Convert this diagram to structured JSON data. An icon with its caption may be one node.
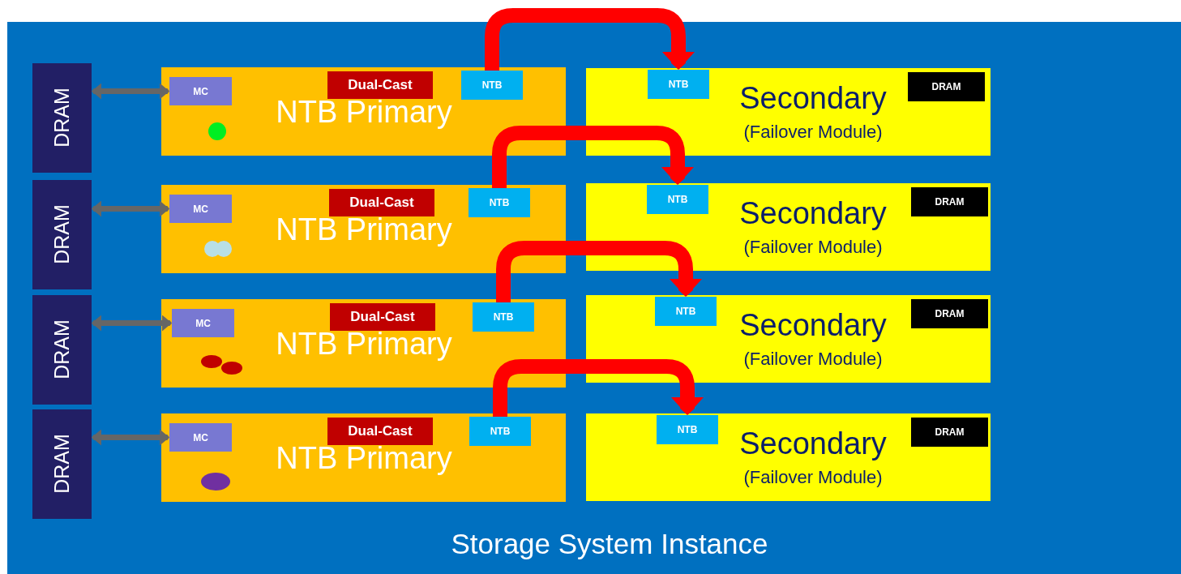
{
  "diagram": {
    "nodes": [
      {
        "text": [
          "Storage System Instance"
        ]
      },
      {
        "text": [
          "DRAM"
        ],
        "in": 0
      },
      {
        "text": [
          "NTB Primary"
        ],
        "in": 0
      },
      {
        "text": [
          "MC"
        ],
        "in": 2
      },
      {
        "text": [
          "Dual-Cast"
        ],
        "in": 2
      },
      {
        "text": [
          "NTB"
        ],
        "in": 2
      },
      {
        "text": [
          "Secondary",
          "(Failover Module)"
        ],
        "in": 0
      },
      {
        "text": [
          "NTB"
        ],
        "in": 6
      },
      {
        "text": [
          "DRAM"
        ],
        "in": 6
      },
      {
        "text": [
          "DRAM"
        ],
        "in": 0
      },
      {
        "text": [
          "NTB Primary"
        ],
        "in": 0
      },
      {
        "text": [
          "MC"
        ],
        "in": 10
      },
      {
        "text": [
          "Dual-Cast"
        ],
        "in": 10
      },
      {
        "text": [
          "NTB"
        ],
        "in": 10
      },
      {
        "text": [
          "Secondary",
          "(Failover Module)"
        ],
        "in": 0
      },
      {
        "text": [
          "NTB"
        ],
        "in": 14
      },
      {
        "text": [
          "DRAM"
        ],
        "in": 14
      },
      {
        "text": [
          "DRAM"
        ],
        "in": 0
      },
      {
        "text": [
          "NTB Primary"
        ],
        "in": 0
      },
      {
        "text": [
          "MC"
        ],
        "in": 18
      },
      {
        "text": [
          "Dual-Cast"
        ],
        "in": 18
      },
      {
        "text": [
          "NTB"
        ],
        "in": 18
      },
      {
        "text": [
          "Secondary",
          "(Failover Module)"
        ],
        "in": 0
      },
      {
        "text": [
          "NTB"
        ],
        "in": 22
      },
      {
        "text": [
          "DRAM"
        ],
        "in": 22
      },
      {
        "text": [
          "DRAM"
        ],
        "in": 0
      },
      {
        "text": [
          "NTB Primary"
        ],
        "in": 0
      },
      {
        "text": [
          "MC"
        ],
        "in": 26
      },
      {
        "text": [
          "Dual-Cast"
        ],
        "in": 26
      },
      {
        "text": [
          "NTB"
        ],
        "in": 26
      },
      {
        "text": [
          "Secondary",
          "(Failover Module)"
        ],
        "in": 0
      },
      {
        "text": [
          "NTB"
        ],
        "in": 30
      },
      {
        "text": [
          "DRAM"
        ],
        "in": 30
      }
    ],
    "edges": [
      {
        "from": 1,
        "to": 3,
        "arrow": "both",
        "color": "#666666"
      },
      {
        "from": 5,
        "to": 7,
        "arrow": "to",
        "style": "thick",
        "color": "#ff0000"
      },
      {
        "from": 9,
        "to": 11,
        "arrow": "both",
        "color": "#666666"
      },
      {
        "from": 13,
        "to": 15,
        "arrow": "to",
        "style": "thick",
        "color": "#ff0000"
      },
      {
        "from": 17,
        "to": 19,
        "arrow": "both",
        "color": "#666666"
      },
      {
        "from": 21,
        "to": 23,
        "arrow": "to",
        "style": "thick",
        "color": "#ff0000"
      },
      {
        "from": 25,
        "to": 27,
        "arrow": "both",
        "color": "#666666"
      },
      {
        "from": 29,
        "to": 31,
        "arrow": "to",
        "style": "thick",
        "color": "#ff0000"
      }
    ]
  }
}
